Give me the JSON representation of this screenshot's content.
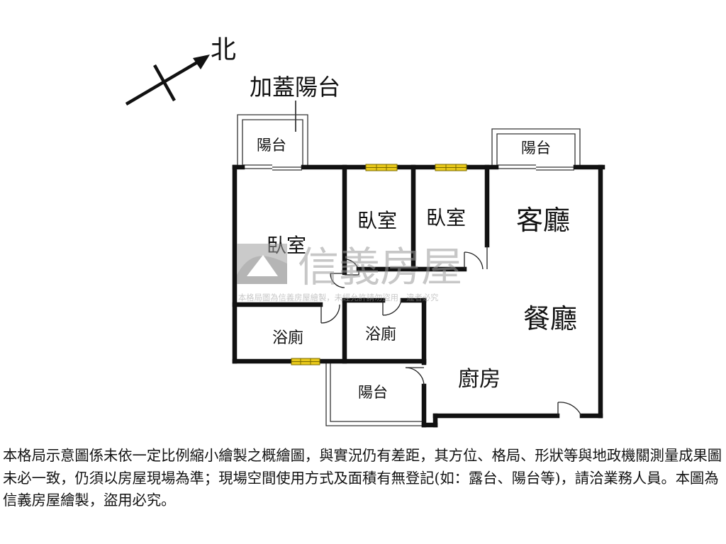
{
  "compass": {
    "north_label": "北"
  },
  "annotations": {
    "covered_balcony": "加蓋陽台"
  },
  "rooms": {
    "balcony_top_left": "陽台",
    "balcony_top_right": "陽台",
    "balcony_bottom": "陽台",
    "bedroom_master": "臥室",
    "bedroom_middle": "臥室",
    "bedroom_right": "臥室",
    "living_room": "客廳",
    "dining_room": "餐廳",
    "bathroom_left": "浴廁",
    "bathroom_center": "浴廁",
    "kitchen": "廚房"
  },
  "watermark": {
    "brand": "信義房屋",
    "notice": "本格局圖為信義房屋繪製，未經允許請勿盜用，違者必究"
  },
  "colors": {
    "wall": "#111111",
    "window": "#e8c81a",
    "watermark": "#9a9a9a"
  },
  "disclaimer": "本格局示意圖係未依一定比例縮小繪製之概繪圖，與實況仍有差距，其方位、格局、形狀等與地政機關測量成果圖未必一致，仍須以房屋現場為準；現場空間使用方式及面積有無登記(如：露台、陽台等)，請洽業務人員。本圖為信義房屋繪製，盜用必究。"
}
